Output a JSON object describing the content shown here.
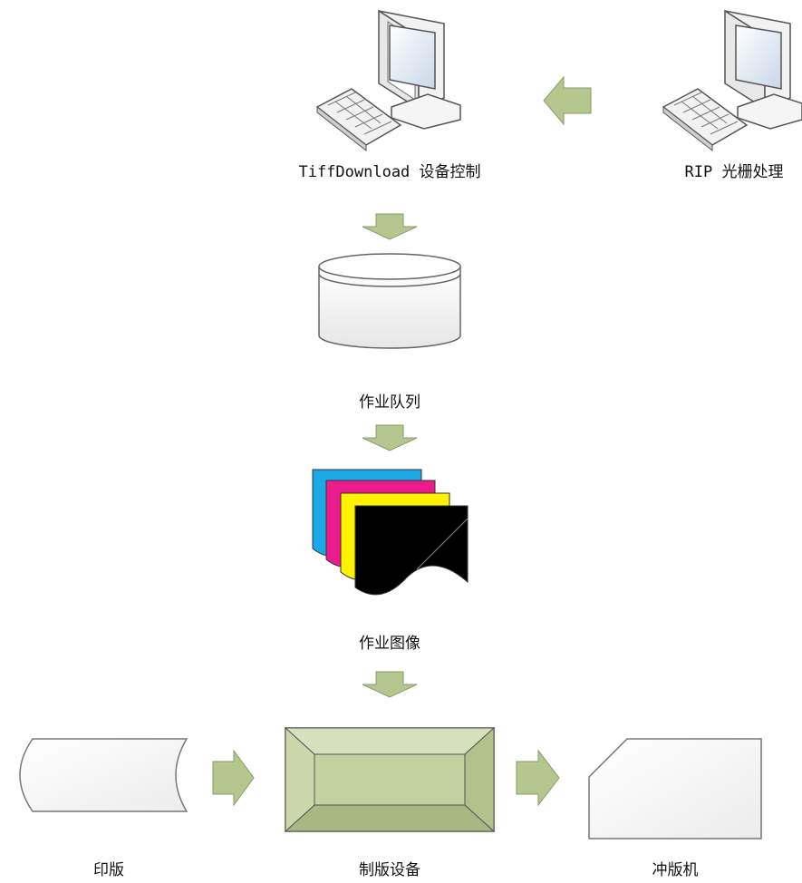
{
  "labels": {
    "tiff_download": "TiffDownload 设备控制",
    "rip": "RIP 光栅处理",
    "job_queue": "作业队列",
    "job_image": "作业图像",
    "plate": "印版",
    "platesetter": "制版设备",
    "processor": "冲版机"
  },
  "colors": {
    "arrow_fill": "#b5c78e",
    "arrow_stroke": "#8a9a66",
    "device_fill": "#c3d0a0",
    "device_dark": "#9aaa72",
    "cyan": "#1aa9e6",
    "magenta": "#ec1c8c",
    "yellow": "#fff200",
    "black": "#000000"
  },
  "icons": {
    "tiff_download": "computer-icon",
    "rip": "computer-icon",
    "job_queue": "database-icon",
    "job_image": "cmyk-pages-icon",
    "plate": "stored-data-icon",
    "platesetter": "device-icon",
    "processor": "card-icon"
  }
}
